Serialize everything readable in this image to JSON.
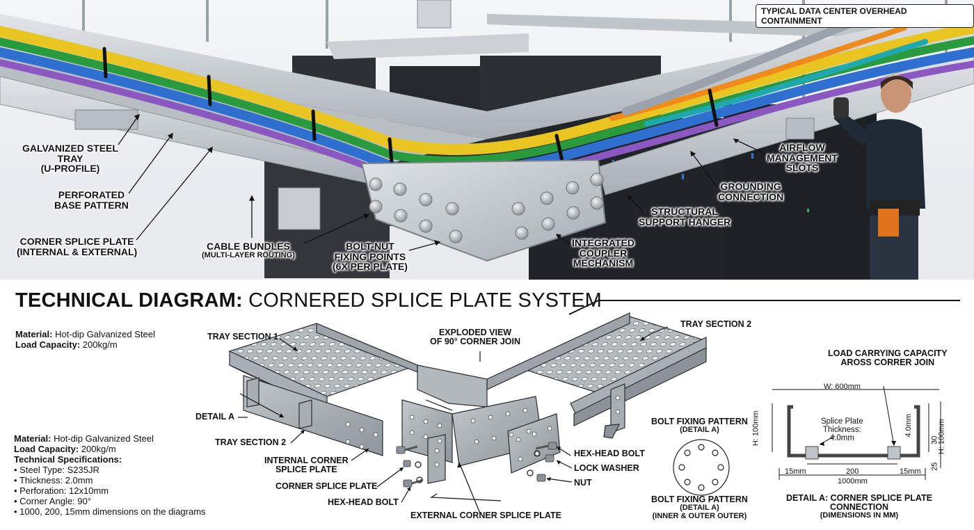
{
  "photo": {
    "badge": "TYPICAL DATA CENTER OVERHEAD CONTAINMENT",
    "labels": {
      "tray": [
        "GALVANIZED STEEL",
        "TRAY",
        "(U-PROFILE)"
      ],
      "perforated": [
        "PERFORATED",
        "BASE PATTERN"
      ],
      "corner": [
        "CORNER SPLICE PLATE",
        "(INTERNAL & EXTERNAL)"
      ],
      "cable": [
        "CABLE BUNDLES",
        "(MULTI-LAYER ROUTING)"
      ],
      "bolt": [
        "BOLT-NUT",
        "FIXING POINTS",
        "(6X PER PLATE)"
      ],
      "coupler": [
        "INTEGRATED",
        "COUPLER",
        "MECHANISM"
      ],
      "hanger": [
        "STRUCTURAL",
        "SUPPORT HANGER"
      ],
      "grounding": [
        "GROUNDING",
        "CONNECTION"
      ],
      "airflow": [
        "AIRFLOW",
        "MANAGEMENT",
        "SLOTS"
      ]
    },
    "colors": {
      "sky": "#eef1f4",
      "steel": "#c6cbd0",
      "rack": "#2a2d31",
      "cables": [
        "#e8c520",
        "#2a9a3e",
        "#2f6fd0",
        "#8a58c0",
        "#f08a1a",
        "#9aa3ab",
        "#1fa8b0"
      ]
    }
  },
  "title": {
    "bold": "TECHNICAL DIAGRAM:",
    "normal": " CORNERED SPLICE PLATE SYSTEM"
  },
  "specs_top": {
    "material_label": "Material:",
    "material": " Hot-dip Galvanized Steel",
    "load_label": "Load Capacity:",
    "load": " 200kg/m"
  },
  "specs_bottom": {
    "material_label": "Material:",
    "material": " Hot-dip Galvanized Steel",
    "load_label": "Load Capacity:",
    "load": " 200kg/m",
    "tech_label": "Technical Specifications:",
    "items": [
      "Steel Type: S235JR",
      "Thickness: 2.0mm",
      "Perforation: 12x10mm",
      "Corner Angle: 90°",
      "1000, 200, 15mm dimensions on the diagrams"
    ]
  },
  "diagram": {
    "tray1": "TRAY SECTION 1",
    "tray2_top": "TRAY SECTION 2",
    "tray2_bottom": "TRAY SECTION 2",
    "exploded": [
      "EXPLODED VIEW",
      "OF 90° CORNER JOIN"
    ],
    "detail_a": "DETAIL A",
    "internal": [
      "INTERNAL CORNER",
      "SPLICE PLATE"
    ],
    "corner_plate": "CORNER SPLICE PLATE",
    "hexbolt_left": "HEX-HEAD BOLT",
    "external": "EXTERNAL CORNER SPLICE PLATE",
    "hexbolt_right": "HEX-HEAD BOLT",
    "washer": "LOCK WASHER",
    "nut": "NUT",
    "bolt_pattern_top": [
      "BOLT FIXING PATTERN",
      "(DETAIL A)"
    ],
    "bolt_pattern_bottom": [
      "BOLT FIXING PATTERN",
      "(DETAIL A)",
      "(INNER & OUTER OUTER)"
    ]
  },
  "section": {
    "load_title": [
      "LOAD CARRYING CAPACITY",
      "AROSS CORRER JOIN"
    ],
    "width": "W: 600mm",
    "height_left": "H: 100mm",
    "height_right": "H: 100mm",
    "splice": [
      "Splice Plate",
      "Thickness:",
      "4.0mm"
    ],
    "dim_40": "4.0mm",
    "dim_30": "30",
    "dim_25": "25",
    "dim_15_left": "15mm",
    "dim_200": "200",
    "dim_15_right": "15mm",
    "dim_1000": "1000mm",
    "caption": [
      "DETAIL A: CORNER SPLICE PLATE",
      "CONNECTION",
      "(DIMENSIONS IN MM)"
    ]
  }
}
